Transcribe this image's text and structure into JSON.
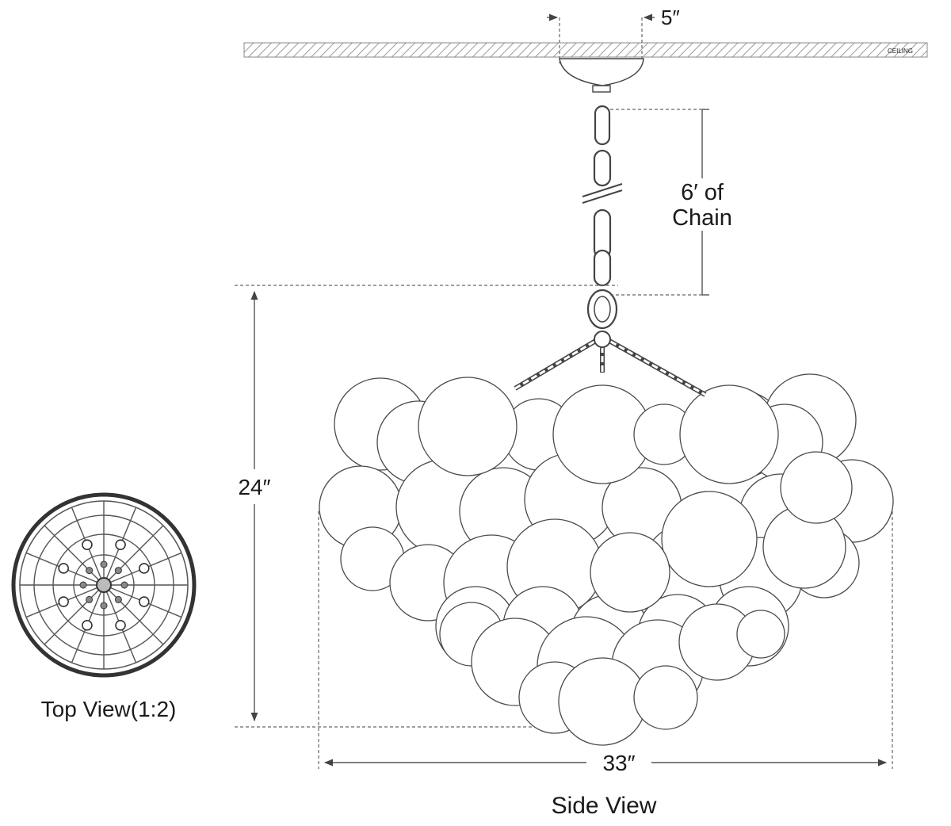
{
  "dimensions": {
    "canopy_width": "5″",
    "chain_line1": "6′ of",
    "chain_line2": "Chain",
    "height": "24″",
    "width": "33″"
  },
  "ceiling_label": "CEILING",
  "views": {
    "top": "Top View(1:2)",
    "side": "Side View"
  }
}
